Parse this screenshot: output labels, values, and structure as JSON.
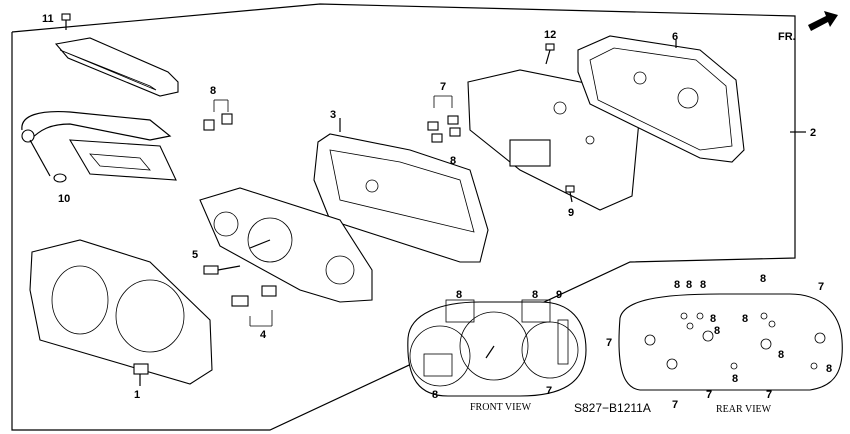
{
  "diagram_code": "S827−B1211A",
  "front_view_caption": "FRONT VIEW",
  "rear_view_caption": "REAR VIEW",
  "front_arrow_label": "FR.",
  "part_numbers": {
    "p1": "1",
    "p2": "2",
    "p3": "3",
    "p4": "4",
    "p5": "5",
    "p6": "6",
    "p7a": "7",
    "p8a": "8",
    "p8b": "8",
    "p9": "9",
    "p10": "10",
    "p11": "11",
    "p12": "12",
    "fv8a": "8",
    "fv8b": "8",
    "fv8c": "8",
    "fv9": "9",
    "fv7": "7",
    "rv8a": "8",
    "rv8b": "8",
    "rv8c": "8",
    "rv8d": "8",
    "rv8e": "8",
    "rv8f": "8",
    "rv8g": "8",
    "rv8h": "8",
    "rv8i": "8",
    "rv8j": "8",
    "rv7a": "7",
    "rv7b": "7",
    "rv7c": "7",
    "rv7d": "7",
    "rv7e": "7"
  }
}
